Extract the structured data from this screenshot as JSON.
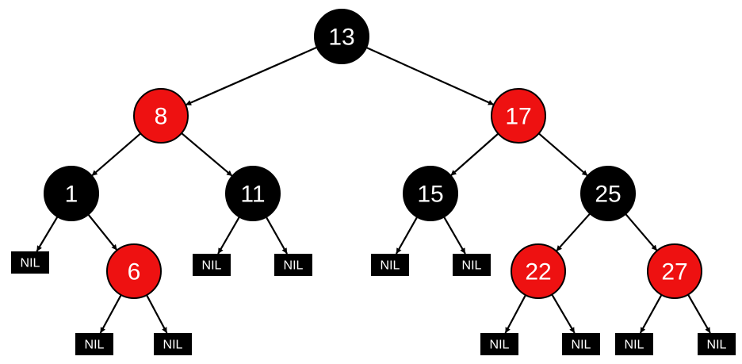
{
  "colors": {
    "black_node": "#000000",
    "red_node": "#ee1111",
    "label_text": "#ffffff",
    "edge": "#000000"
  },
  "nodes": {
    "n13": {
      "label": "13",
      "color": "black"
    },
    "n8": {
      "label": "8",
      "color": "red"
    },
    "n17": {
      "label": "17",
      "color": "red"
    },
    "n1": {
      "label": "1",
      "color": "black"
    },
    "n11": {
      "label": "11",
      "color": "black"
    },
    "n15": {
      "label": "15",
      "color": "black"
    },
    "n25": {
      "label": "25",
      "color": "black"
    },
    "n6": {
      "label": "6",
      "color": "red"
    },
    "n22": {
      "label": "22",
      "color": "red"
    },
    "n27": {
      "label": "27",
      "color": "red"
    }
  },
  "nil_label": "NIL",
  "edges": [
    [
      "n13",
      "n8"
    ],
    [
      "n13",
      "n17"
    ],
    [
      "n8",
      "n1"
    ],
    [
      "n8",
      "n11"
    ],
    [
      "n17",
      "n15"
    ],
    [
      "n17",
      "n25"
    ],
    [
      "n1",
      "nil1"
    ],
    [
      "n1",
      "n6"
    ],
    [
      "n11",
      "nil2"
    ],
    [
      "n11",
      "nil3"
    ],
    [
      "n15",
      "nil4"
    ],
    [
      "n15",
      "nil5"
    ],
    [
      "n25",
      "n22"
    ],
    [
      "n25",
      "n27"
    ],
    [
      "n6",
      "nil6"
    ],
    [
      "n6",
      "nil7"
    ],
    [
      "n22",
      "nil8"
    ],
    [
      "n22",
      "nil9"
    ],
    [
      "n27",
      "nil10"
    ],
    [
      "n27",
      "nil11"
    ]
  ]
}
